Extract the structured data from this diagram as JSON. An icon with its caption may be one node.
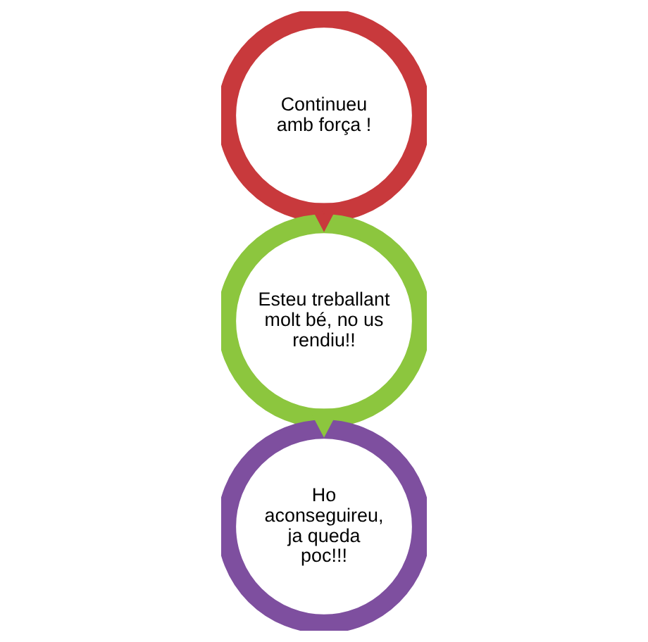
{
  "diagram": {
    "nodes": [
      {
        "text": [
          "Continueu amb força !"
        ]
      },
      {
        "text": [
          "Esteu treballant molt bé, no us rendiu!!"
        ]
      },
      {
        "text": [
          "Ho aconseguireu, ja queda poc!!!"
        ]
      }
    ],
    "edges": [
      {
        "from": 0,
        "to": 1,
        "arrow": "to",
        "color": "#c8393c"
      },
      {
        "from": 1,
        "to": 2,
        "arrow": "to",
        "color": "#8cc63e"
      }
    ]
  }
}
